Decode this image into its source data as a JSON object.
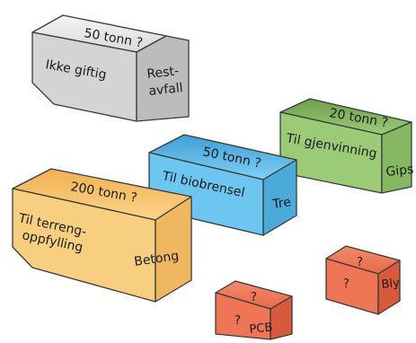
{
  "containers": {
    "restavfall": {
      "amount": "50 tonn ?",
      "left_label": "Ikke giftig",
      "right_label_line1": "Rest-",
      "right_label_line2": "avfall",
      "color": "#c9c9c9"
    },
    "gips": {
      "amount": "20 tonn ?",
      "left_label": "Til gjenvinning",
      "right_label": "Gips",
      "color": "#8fbf6a"
    },
    "tre": {
      "amount": "50 tonn ?",
      "left_label": "Til biobrensel",
      "right_label": "Tre",
      "color": "#5bb8e6"
    },
    "betong": {
      "amount": "200 tonn ?",
      "left_label_line1": "Til terreng-",
      "left_label_line2": "oppfylling",
      "right_label": "Betong",
      "color": "#f5c46b"
    },
    "bly": {
      "top_label": "?",
      "left_label": "?",
      "right_label": "Bly",
      "color": "#e9694a"
    },
    "pcb": {
      "top_label": "?",
      "left_label": "?",
      "right_label": "PCB",
      "color": "#e9694a"
    }
  }
}
